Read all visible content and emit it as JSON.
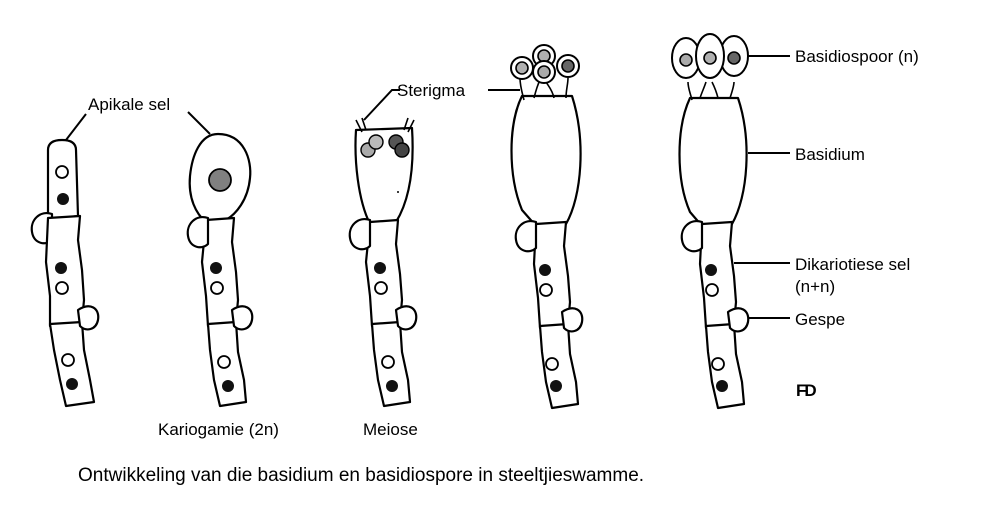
{
  "colors": {
    "outline": "#000000",
    "nucleus_dark": "#111111",
    "nucleus_open": "#ffffff",
    "diploid_nucleus": "#808080",
    "spore_light": "#aaaaaa",
    "spore_mid": "#b0b0b0",
    "spore_dark": "#666666"
  },
  "labels": {
    "apical_cell": "Apikale sel",
    "karyogamy": "Kariogamie (2n)",
    "meiosis": "Meiose",
    "sterigma": "Sterigma",
    "basidiospore": "Basidiospoor (n)",
    "basidium": "Basidium",
    "dikaryotic_cell_line1": "Dikariotiese sel",
    "dikaryotic_cell_line2": "(n+n)",
    "clamp": "Gespe",
    "initials": "FD"
  },
  "caption": "Ontwikkeling van die basidium en basidiospore in steeltjieswamme."
}
